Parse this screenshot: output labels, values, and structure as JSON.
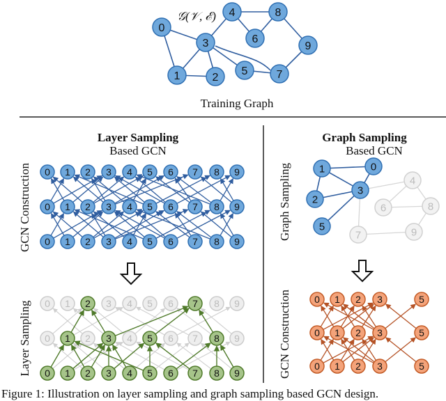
{
  "top": {
    "graph_label": "𝒢(𝒱, ℰ)",
    "title": "Training Graph",
    "nodes": [
      "0",
      "1",
      "2",
      "3",
      "4",
      "5",
      "6",
      "7",
      "8",
      "9"
    ]
  },
  "left_panel": {
    "title_bold": "Layer Sampling",
    "title_sub": "Based GCN",
    "construction_label": "GCN Construction",
    "sampling_label": "Layer Sampling",
    "layer_nodes": [
      "0",
      "1",
      "2",
      "3",
      "4",
      "5",
      "6",
      "7",
      "8",
      "9"
    ]
  },
  "right_panel": {
    "title_bold": "Graph Sampling",
    "title_sub": "Based GCN",
    "sampling_label": "Graph Sampling",
    "construction_label": "GCN Construction",
    "subgraph_nodes": [
      "0",
      "1",
      "2",
      "3",
      "5"
    ],
    "faded_nodes": [
      "4",
      "6",
      "7",
      "8",
      "9"
    ]
  },
  "caption": "Figure 1: Illustration on layer sampling and graph sampling based GCN design.",
  "colors": {
    "blue_fill": "#6fa8dc",
    "blue_stroke": "#2f6fb2",
    "blue_edge": "#2f5d9f",
    "green_fill": "#a6c48a",
    "green_stroke": "#4f7a2a",
    "green_edge": "#4f7a2a",
    "orange_fill": "#f4a37a",
    "orange_stroke": "#c25a25",
    "orange_edge": "#b55225",
    "faded_fill": "#eeeeee",
    "faded_stroke": "#cccccc",
    "faded_text": "#bbbbbb"
  }
}
